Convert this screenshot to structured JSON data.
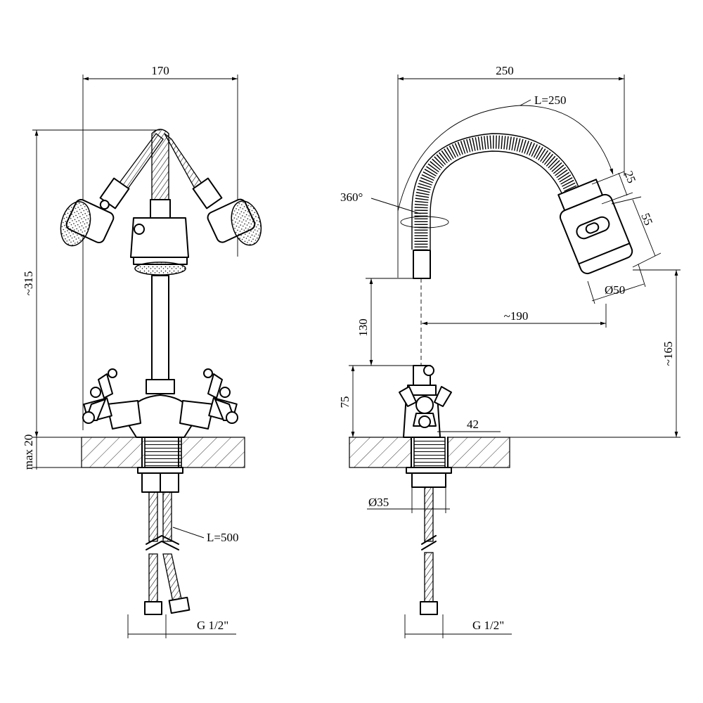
{
  "left_view": {
    "dim_width": "170",
    "dim_height": "~315",
    "dim_max": "max 20",
    "dim_hose_length": "L=500",
    "dim_thread": "G 1/2\""
  },
  "right_view": {
    "dim_width": "250",
    "dim_spout_length": "L=250",
    "dim_rotation": "360°",
    "dim_25": "25",
    "dim_55": "55",
    "dim_head_diameter": "Ø50",
    "dim_reach": "~190",
    "dim_130": "130",
    "dim_height": "~165",
    "dim_75": "75",
    "dim_42": "42",
    "dim_base_diameter": "Ø35",
    "dim_thread": "G 1/2\""
  }
}
